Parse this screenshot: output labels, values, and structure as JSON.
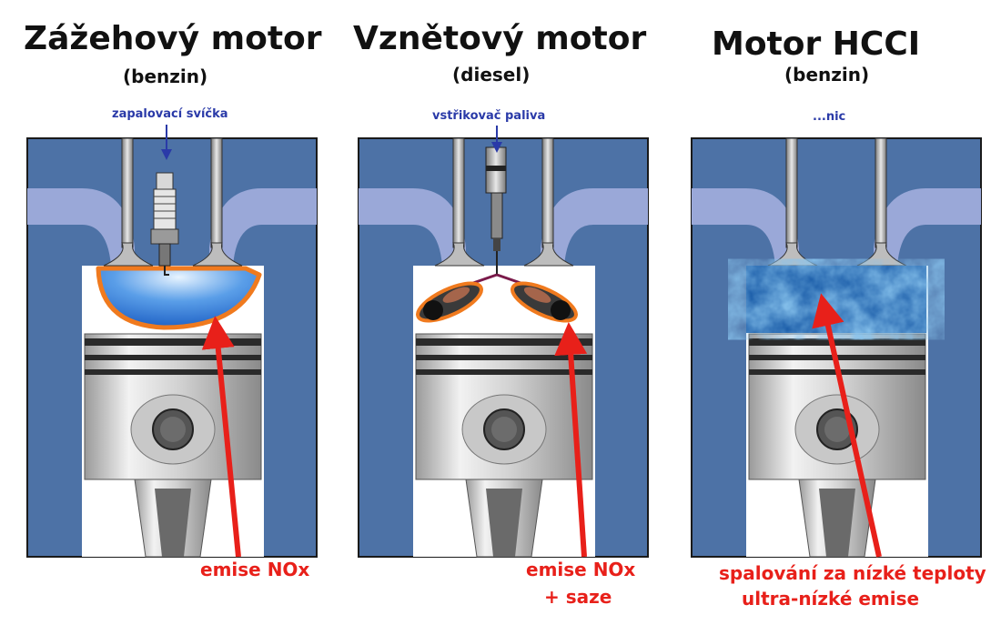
{
  "panels": [
    {
      "title": "Zážehový motor",
      "fuel": "(benzin)",
      "callout": "zapalovací svíčka",
      "emission1": "emise NOx",
      "emission2": ""
    },
    {
      "title": "Vznětový motor",
      "fuel": "(diesel)",
      "callout": "vstřikovač paliva",
      "emission1": "emise NOx",
      "emission2": "+ saze"
    },
    {
      "title": "Motor HCCI",
      "fuel": "(benzin)",
      "callout": "...nic",
      "emission1": "spalování za nízké teploty",
      "emission2": "ultra-nízké emise"
    }
  ],
  "colors": {
    "block": "#4d72a6",
    "valve_port": "#9aa8d8",
    "piston": "#dcdcdc",
    "flame_outline": "#f07a1e",
    "arrow_red": "#e8201a",
    "callout_blue": "#2a3aa8"
  }
}
